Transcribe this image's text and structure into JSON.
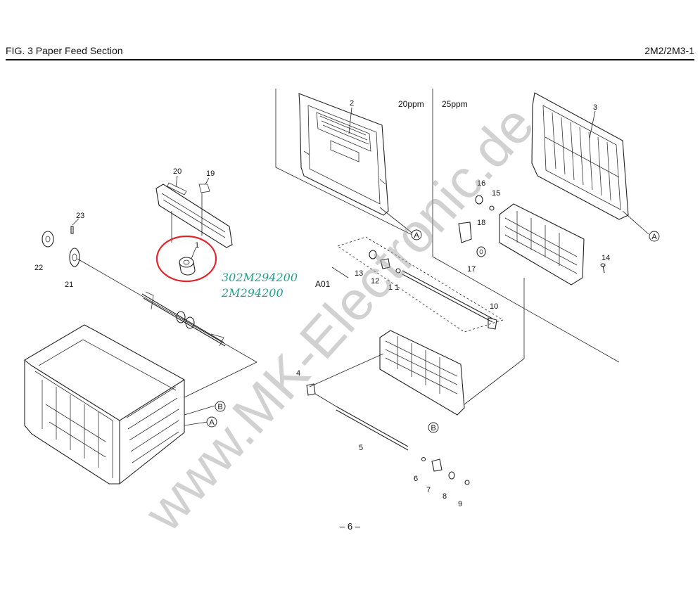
{
  "header": {
    "title": "FIG.  3  Paper Feed Section",
    "model": "2M2/2M3-1"
  },
  "page_number": "– 6 –",
  "variant_labels": {
    "left": "20ppm",
    "right": "25ppm"
  },
  "group_label": "A01",
  "callout_letters": {
    "a": "A",
    "b": "B"
  },
  "part_numbers": [
    "1",
    "2",
    "3",
    "4",
    "5",
    "6",
    "7",
    "8",
    "9",
    "10",
    "1 1",
    "13",
    "14",
    "15",
    "16",
    "17",
    "18",
    "19",
    "20",
    "21",
    "22",
    "23",
    "12"
  ],
  "annotation": {
    "line1": "302M294200",
    "line2": "2M294200"
  },
  "highlight_color": "#e0242b",
  "annotation_color": "#2a9d8f",
  "watermark": "www.MK-Electronic.de"
}
